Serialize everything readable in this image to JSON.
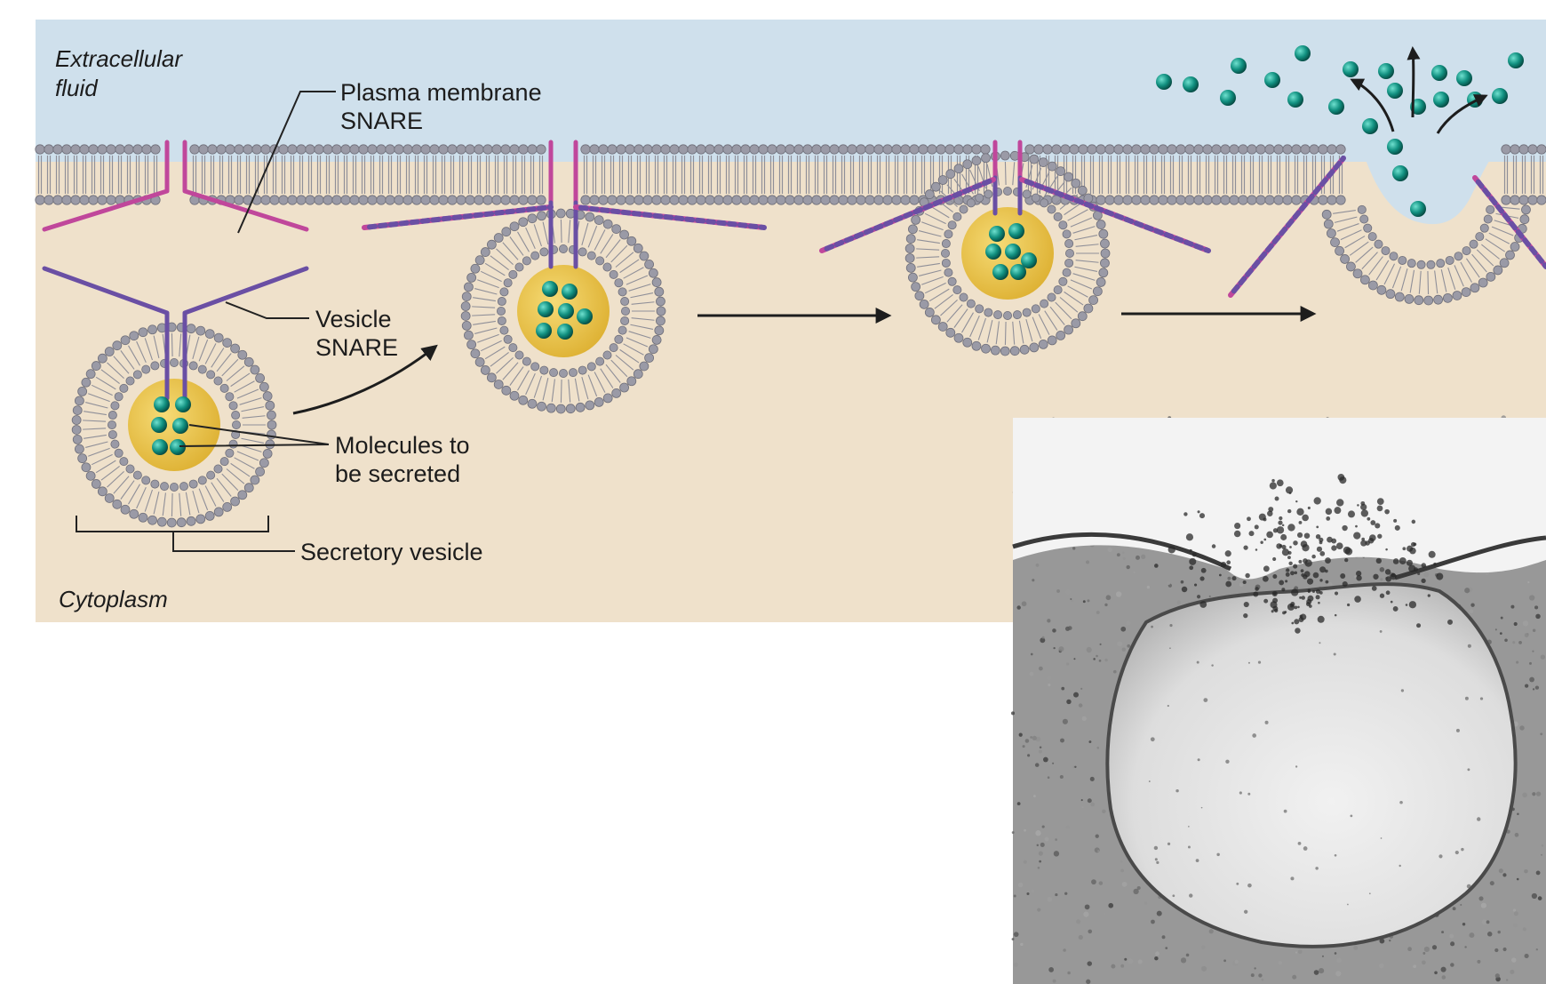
{
  "labels": {
    "extracellular": [
      "Extracellular",
      "fluid"
    ],
    "cytoplasm": "Cytoplasm",
    "plasma_snare": [
      "Plasma membrane",
      "SNARE"
    ],
    "vesicle_snare": [
      "Vesicle",
      "SNARE"
    ],
    "molecules": [
      "Molecules to",
      "be secreted"
    ],
    "secretory_vesicle": "Secretory vesicle"
  },
  "colors": {
    "extracellular": "#cfe0ec",
    "cytoplasm": "#efe1cb",
    "lipid_head": "#9a9aa6",
    "lipid_tail": "#8f8f98",
    "plasma_snare": "#c0479b",
    "vesicle_snare": "#6a4fa4",
    "vesicle_lumen": "#ecc340",
    "molecule": "#0f8a78",
    "micrograph_bg": "#9a9a9a"
  }
}
